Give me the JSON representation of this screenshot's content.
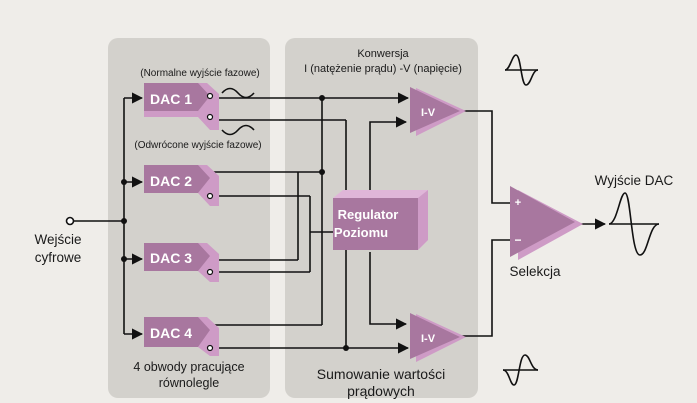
{
  "colors": {
    "background": "#efede9",
    "panel": "#d3d1cc",
    "block_face": "#a8779f",
    "block_side": "#ce9bc6",
    "block_top": "#dfb6d8",
    "wire": "#111111"
  },
  "panels": {
    "left_caption_1": "4 obwody pracujące",
    "left_caption_2": "równolegle",
    "right_caption_1": "Sumowanie wartości",
    "right_caption_2": "prądowych"
  },
  "conversion": {
    "line1": "Konwersja",
    "line2": "I (natężenie prądu) -V (napięcie)"
  },
  "phase": {
    "normal": "(Normalne wyjście fazowe)",
    "inverted": "(Odwrócone wyjście fazowe)"
  },
  "input": {
    "line1": "Wejście",
    "line2": "cyfrowe"
  },
  "dacs": [
    "DAC 1",
    "DAC 2",
    "DAC 3",
    "DAC 4"
  ],
  "iv_top": "I-V",
  "iv_bottom": "I-V",
  "regulator": {
    "line1": "Regulator",
    "line2": "Poziomu"
  },
  "selection": {
    "label": "Selekcja",
    "plus": "+",
    "minus": "−"
  },
  "output": {
    "label": "Wyjście DAC"
  },
  "icons": [
    "sine-wave-icon",
    "inverted-sine-wave-icon"
  ]
}
